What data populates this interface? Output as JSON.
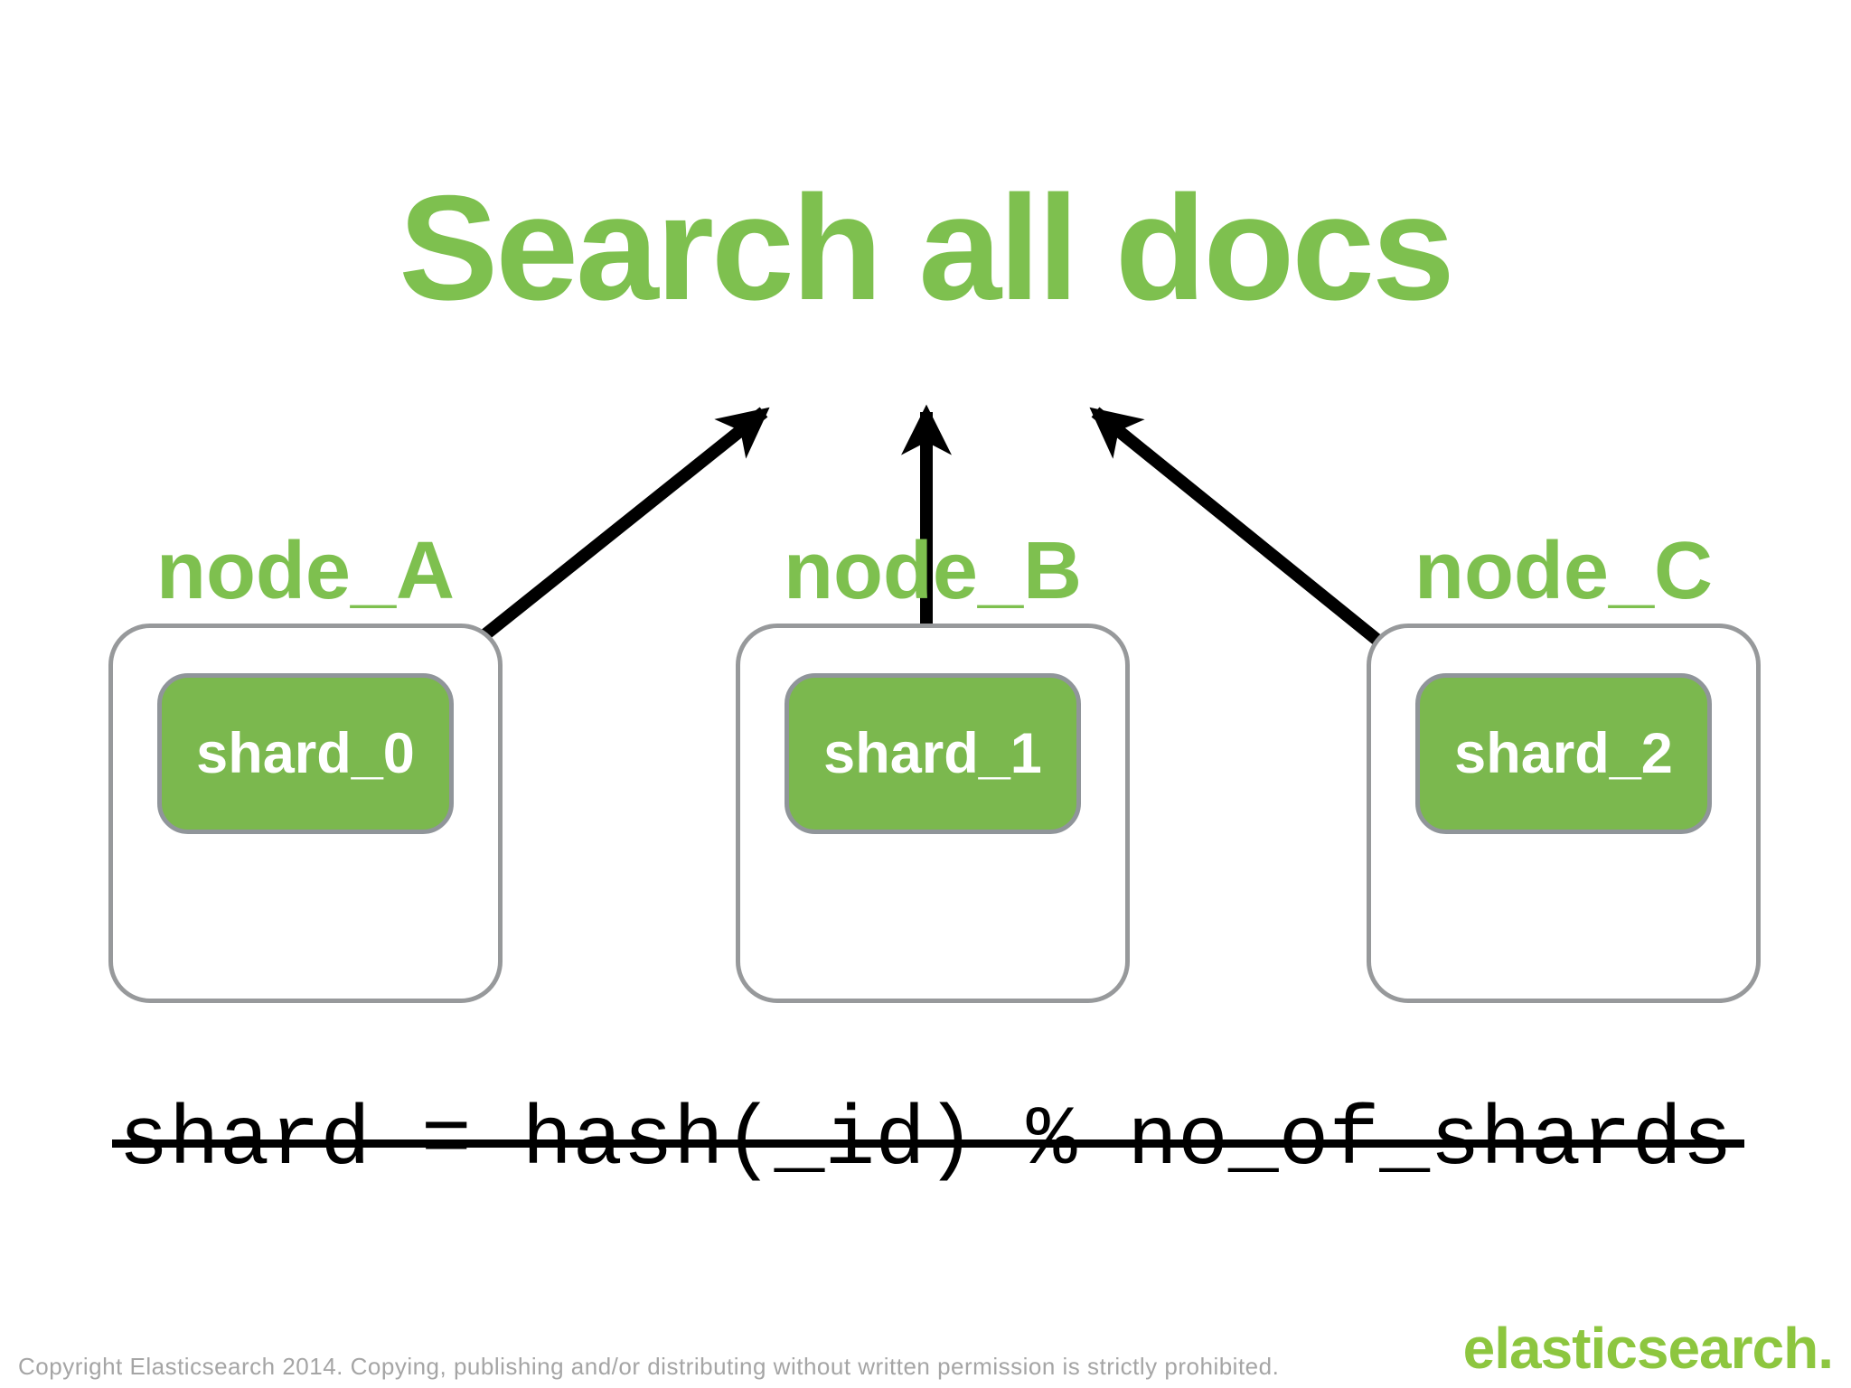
{
  "slide": {
    "title": "Search all docs",
    "formula": "shard = hash(_id) % no_of_shards",
    "formula_struck_through": true,
    "copyright": "Copyright Elasticsearch 2014. Copying, publishing and/or distributing without written permission is strictly prohibited.",
    "logo_text": "elasticsearch."
  },
  "nodes": [
    {
      "label": "node_A",
      "shard": "shard_0"
    },
    {
      "label": "node_B",
      "shard": "shard_1"
    },
    {
      "label": "node_C",
      "shard": "shard_2"
    }
  ],
  "arrows": [
    {
      "name": "from shard_0 up-right to search point"
    },
    {
      "name": "from shard_1 straight up to search point"
    },
    {
      "name": "from shard_2 up-left to search point"
    }
  ],
  "colors": {
    "accent_green": "#7ec04f",
    "logo_green": "#8dc63f",
    "shard_fill_green": "#7bb84e",
    "node_border_gray": "#97999b",
    "shard_border_gray": "#90959a",
    "arrow_black": "#000000",
    "formula_black": "#000000",
    "copyright_gray": "#a5a5a5",
    "background_white": "#ffffff"
  }
}
